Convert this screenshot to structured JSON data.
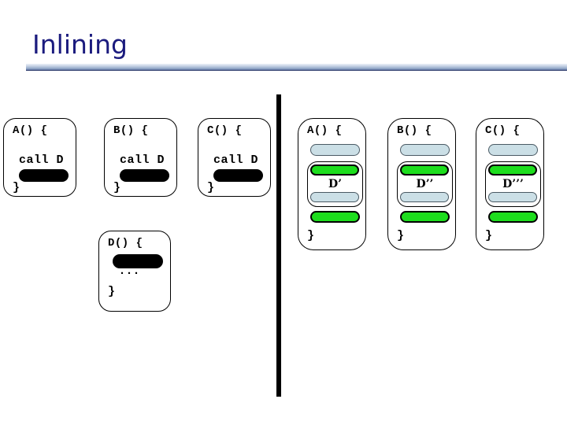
{
  "slide": {
    "title": "Inlining"
  },
  "colors": {
    "title-color": "#1b1b7e",
    "green-pill": "#1ddd1d",
    "light-pill": "#cbdfe6",
    "black-pill": "#000000"
  },
  "before": {
    "callers": [
      {
        "name": "A() {",
        "call": "call D",
        "close": "}"
      },
      {
        "name": "B() {",
        "call": "call D",
        "close": "}"
      },
      {
        "name": "C() {",
        "call": "call D",
        "close": "}"
      }
    ],
    "callee": {
      "name": "D() {",
      "ellipsis": "...",
      "close": "}"
    }
  },
  "after": {
    "functions": [
      {
        "name": "A() {",
        "inlined_copy": "D’",
        "close": "}"
      },
      {
        "name": "B() {",
        "inlined_copy": "D’’",
        "close": "}"
      },
      {
        "name": "C() {",
        "inlined_copy": "D’’’",
        "close": "}"
      }
    ]
  }
}
